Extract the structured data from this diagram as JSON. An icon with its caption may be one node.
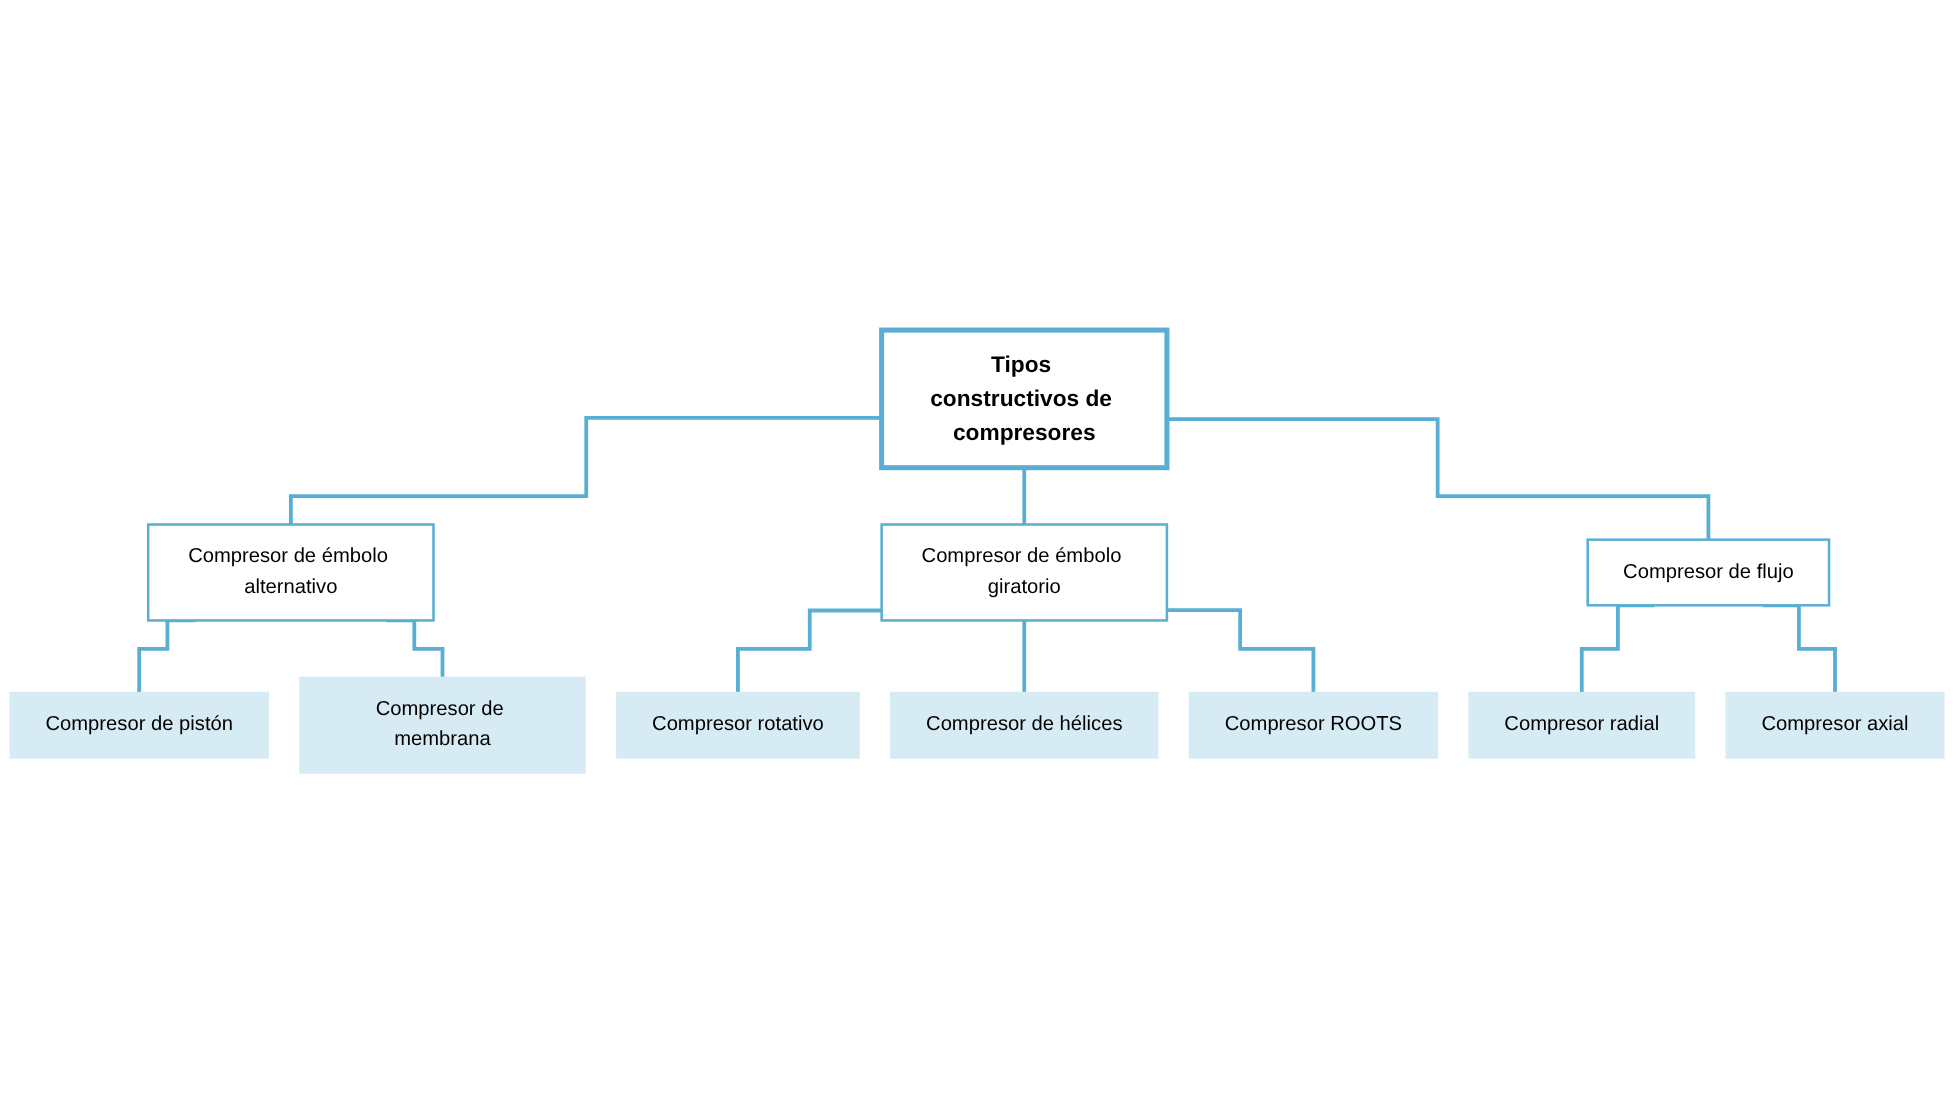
{
  "diagram": {
    "nodes": [
      {
        "text": [
          "Tipos constructivos de compresores"
        ]
      },
      {
        "text": [
          "Compresor de émbolo alternativo"
        ]
      },
      {
        "text": [
          "Compresor de émbolo giratorio"
        ]
      },
      {
        "text": [
          "Compresor de flujo"
        ]
      },
      {
        "text": [
          "Compresor de pistón"
        ]
      },
      {
        "text": [
          "Compresor de membrana"
        ]
      },
      {
        "text": [
          "Compresor radial"
        ]
      },
      {
        "text": [
          "Compresor axial"
        ]
      },
      {
        "text": [
          "Compresor rotativo"
        ]
      },
      {
        "text": [
          "Compresor de hélices"
        ]
      },
      {
        "text": [
          "Compresor ROOTS"
        ]
      }
    ],
    "edges": [
      {
        "from": 0,
        "to": 1,
        "arrow": "none"
      },
      {
        "from": 0,
        "to": 2,
        "arrow": "none"
      },
      {
        "from": 0,
        "to": 3,
        "arrow": "none"
      },
      {
        "from": 1,
        "to": 4,
        "arrow": "none"
      },
      {
        "from": 1,
        "to": 5,
        "arrow": "none"
      },
      {
        "from": 3,
        "to": 6,
        "arrow": "none"
      },
      {
        "from": 3,
        "to": 7,
        "arrow": "none"
      },
      {
        "from": 2,
        "to": 8,
        "arrow": "none"
      },
      {
        "from": 2,
        "to": 9,
        "arrow": "none"
      },
      {
        "from": 2,
        "to": 10,
        "arrow": "none"
      }
    ]
  }
}
